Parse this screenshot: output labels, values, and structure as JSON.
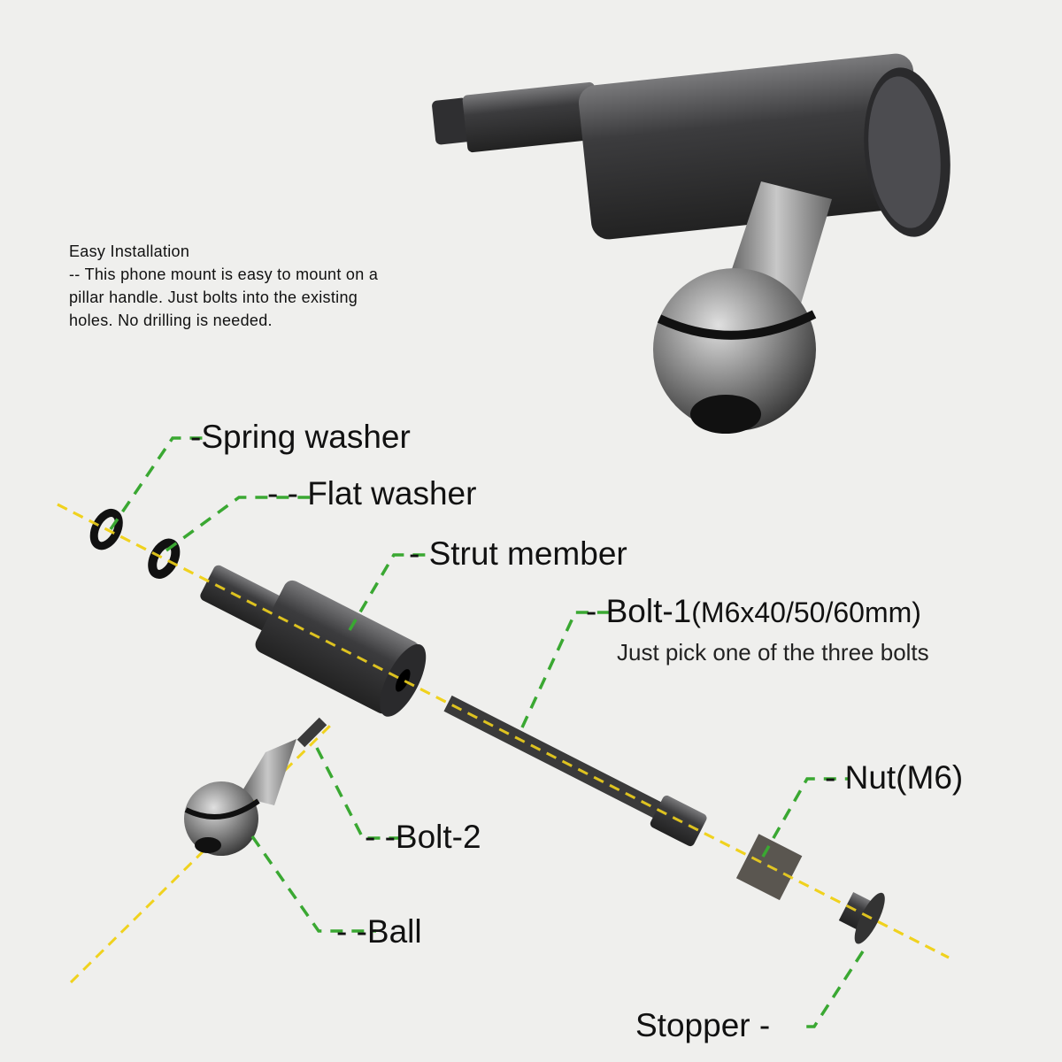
{
  "intro": {
    "title": "Easy Installation",
    "lines": [
      "-- This phone mount is easy to mount on a",
      "pillar handle. Just bolts into the existing",
      "holes. No drilling is needed."
    ]
  },
  "labels": {
    "spring_washer": "-Spring washer",
    "flat_washer": "- - Flat washer",
    "strut_member": "- Strut member",
    "bolt1": "- Bolt-1",
    "bolt1_spec": "(M6x40/50/60mm)",
    "bolt1_note": "Just pick one of the three bolts",
    "nut": "- Nut(M6)",
    "bolt2": "- -Bolt-2",
    "ball": "- -Ball",
    "stopper": "Stopper -"
  },
  "colors": {
    "background": "#efefed",
    "axis": "#f0d21e",
    "leader": "#3aa832",
    "metal": "#4a4a4c"
  }
}
